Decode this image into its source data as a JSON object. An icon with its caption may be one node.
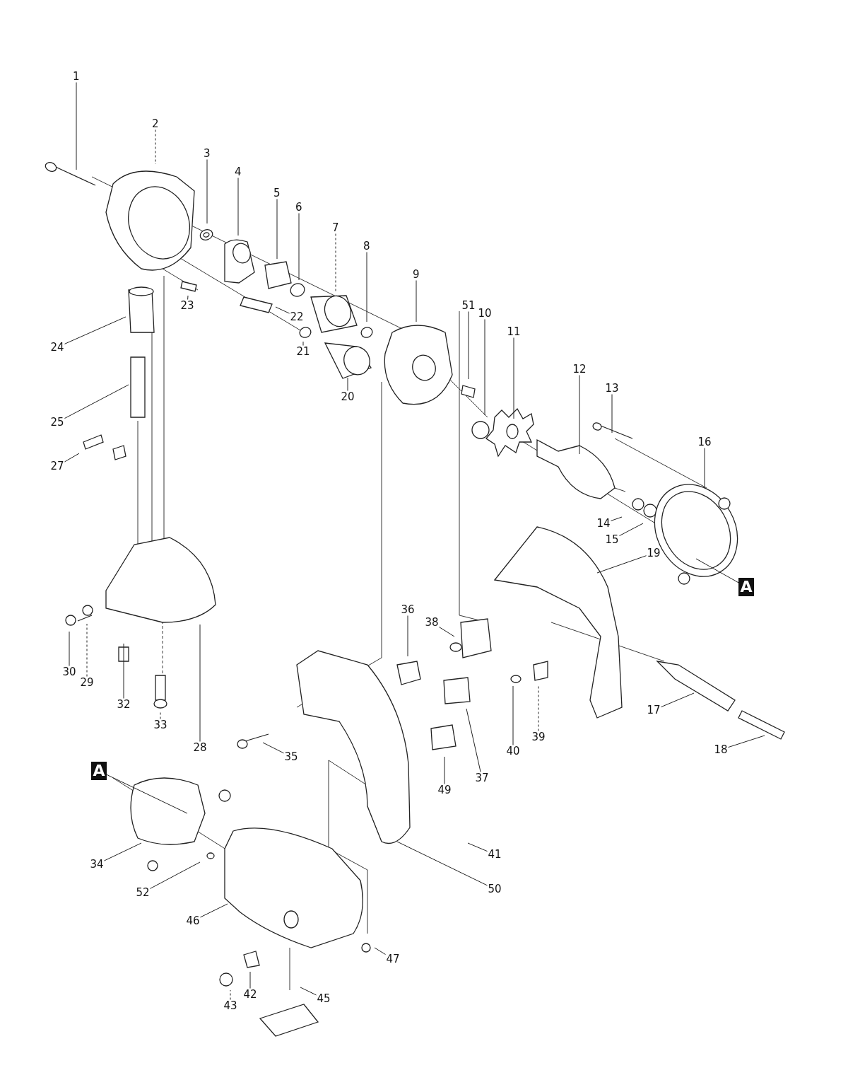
{
  "diagram": {
    "nodes": [
      {
        "text": [
          "1"
        ]
      },
      {
        "text": [
          "2"
        ]
      },
      {
        "text": [
          "3"
        ]
      },
      {
        "text": [
          "4"
        ]
      },
      {
        "text": [
          "5"
        ]
      },
      {
        "text": [
          "6"
        ]
      },
      {
        "text": [
          "7"
        ]
      },
      {
        "text": [
          "8"
        ]
      },
      {
        "text": [
          "9"
        ]
      },
      {
        "text": [
          "23"
        ]
      },
      {
        "text": [
          "22"
        ]
      },
      {
        "text": [
          "51"
        ]
      },
      {
        "text": [
          "10"
        ]
      },
      {
        "text": [
          "11"
        ]
      },
      {
        "text": [
          "24"
        ]
      },
      {
        "text": [
          "21"
        ]
      },
      {
        "text": [
          "12"
        ]
      },
      {
        "text": [
          "13"
        ]
      },
      {
        "text": [
          "20"
        ]
      },
      {
        "text": [
          "25"
        ]
      },
      {
        "text": [
          "16"
        ]
      },
      {
        "text": [
          "27"
        ]
      },
      {
        "text": [
          "14"
        ]
      },
      {
        "text": [
          "15"
        ]
      },
      {
        "text": [
          "19"
        ]
      },
      {
        "text": [
          "A"
        ]
      },
      {
        "text": [
          "36"
        ]
      },
      {
        "text": [
          "38"
        ]
      },
      {
        "text": [
          "30"
        ]
      },
      {
        "text": [
          "29"
        ]
      },
      {
        "text": [
          "32"
        ]
      },
      {
        "text": [
          "33"
        ]
      },
      {
        "text": [
          "28"
        ]
      },
      {
        "text": [
          "35"
        ]
      },
      {
        "text": [
          "37"
        ]
      },
      {
        "text": [
          "49"
        ]
      },
      {
        "text": [
          "40"
        ]
      },
      {
        "text": [
          "39"
        ]
      },
      {
        "text": [
          "17"
        ]
      },
      {
        "text": [
          "18"
        ]
      },
      {
        "text": [
          "A"
        ]
      },
      {
        "text": [
          "41"
        ]
      },
      {
        "text": [
          "50"
        ]
      },
      {
        "text": [
          "34"
        ]
      },
      {
        "text": [
          "52"
        ]
      },
      {
        "text": [
          "46"
        ]
      },
      {
        "text": [
          "47"
        ]
      },
      {
        "text": [
          "43"
        ]
      },
      {
        "text": [
          "42"
        ]
      },
      {
        "text": [
          "45"
        ]
      }
    ],
    "edges": [
      {
        "from": 0,
        "to": null,
        "arrow": "none"
      },
      {
        "from": 1,
        "to": null,
        "arrow": "none",
        "style": "dashed"
      },
      {
        "from": 2,
        "to": null,
        "arrow": "none"
      },
      {
        "from": 3,
        "to": null,
        "arrow": "none"
      },
      {
        "from": 4,
        "to": null,
        "arrow": "none"
      },
      {
        "from": 5,
        "to": null,
        "arrow": "none"
      },
      {
        "from": 6,
        "to": null,
        "arrow": "none",
        "style": "dashed"
      },
      {
        "from": 7,
        "to": null,
        "arrow": "none"
      },
      {
        "from": 8,
        "to": null,
        "arrow": "none"
      },
      {
        "from": 9,
        "to": null,
        "arrow": "none"
      },
      {
        "from": 10,
        "to": null,
        "arrow": "none"
      },
      {
        "from": 11,
        "to": null,
        "arrow": "none"
      },
      {
        "from": 12,
        "to": null,
        "arrow": "none"
      },
      {
        "from": 13,
        "to": null,
        "arrow": "none"
      },
      {
        "from": 14,
        "to": null,
        "arrow": "none"
      },
      {
        "from": 15,
        "to": null,
        "arrow": "none"
      },
      {
        "from": 16,
        "to": null,
        "arrow": "none"
      },
      {
        "from": 17,
        "to": null,
        "arrow": "none"
      },
      {
        "from": 18,
        "to": null,
        "arrow": "none"
      },
      {
        "from": 19,
        "to": null,
        "arrow": "none"
      },
      {
        "from": 20,
        "to": null,
        "arrow": "none"
      },
      {
        "from": 21,
        "to": null,
        "arrow": "none"
      },
      {
        "from": 22,
        "to": null,
        "arrow": "none"
      },
      {
        "from": 23,
        "to": null,
        "arrow": "none"
      },
      {
        "from": 24,
        "to": null,
        "arrow": "none"
      },
      {
        "from": 25,
        "to": null,
        "arrow": "none"
      },
      {
        "from": 26,
        "to": null,
        "arrow": "none"
      },
      {
        "from": 27,
        "to": null,
        "arrow": "none"
      },
      {
        "from": 28,
        "to": null,
        "arrow": "none"
      },
      {
        "from": 29,
        "to": null,
        "arrow": "none",
        "style": "dashed"
      },
      {
        "from": 30,
        "to": null,
        "arrow": "none"
      },
      {
        "from": 31,
        "to": null,
        "arrow": "none",
        "style": "dashed"
      },
      {
        "from": 32,
        "to": null,
        "arrow": "none"
      },
      {
        "from": 33,
        "to": null,
        "arrow": "none"
      },
      {
        "from": 34,
        "to": null,
        "arrow": "none"
      },
      {
        "from": 35,
        "to": null,
        "arrow": "none"
      },
      {
        "from": 36,
        "to": null,
        "arrow": "none"
      },
      {
        "from": 37,
        "to": null,
        "arrow": "none",
        "style": "dashed"
      },
      {
        "from": 38,
        "to": null,
        "arrow": "none"
      },
      {
        "from": 39,
        "to": null,
        "arrow": "none"
      },
      {
        "from": 40,
        "to": null,
        "arrow": "none"
      },
      {
        "from": 41,
        "to": null,
        "arrow": "none"
      },
      {
        "from": 42,
        "to": null,
        "arrow": "none"
      },
      {
        "from": 43,
        "to": null,
        "arrow": "none"
      },
      {
        "from": 44,
        "to": null,
        "arrow": "none"
      },
      {
        "from": 45,
        "to": null,
        "arrow": "none"
      },
      {
        "from": 46,
        "to": null,
        "arrow": "none"
      },
      {
        "from": 47,
        "to": null,
        "arrow": "none",
        "style": "dashed"
      },
      {
        "from": 48,
        "to": null,
        "arrow": "none"
      },
      {
        "from": 49,
        "to": null,
        "arrow": "none"
      }
    ]
  }
}
